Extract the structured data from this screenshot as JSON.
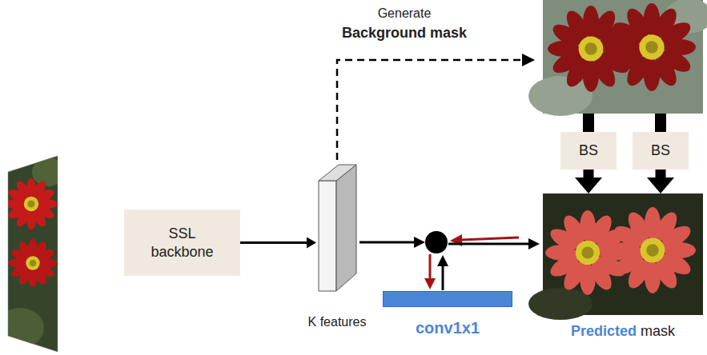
{
  "diagram": {
    "nodes": [
      {
        "text": [
          "SSL backbone"
        ]
      },
      {
        "text": [
          "K features"
        ]
      },
      {
        "text": [
          "conv1x1"
        ]
      },
      {
        "text": [
          "BS"
        ]
      },
      {
        "text": [
          "BS"
        ]
      },
      {
        "text": [
          "Predicted",
          "mask"
        ]
      }
    ],
    "edges": [
      {
        "from": 0,
        "to": 1,
        "arrow": "to"
      },
      {
        "from": 3,
        "to": 5,
        "arrow": "to"
      },
      {
        "from": 4,
        "to": 5,
        "arrow": "to"
      }
    ],
    "labels": [
      "Generate",
      "Background mask"
    ]
  }
}
